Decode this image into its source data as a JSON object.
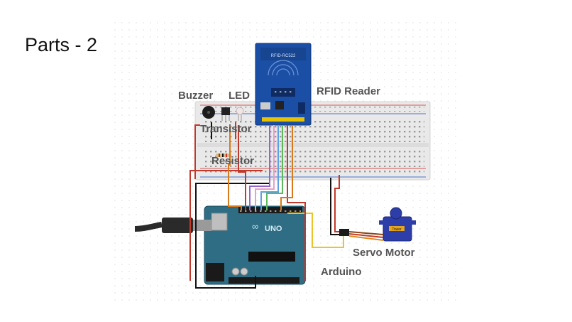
{
  "slide": {
    "title": "Parts - 2"
  },
  "labels": {
    "buzzer": "Buzzer",
    "led": "LED",
    "rfid": "RFID Reader",
    "transistor": "Transistor",
    "resistor": "Resistor",
    "servo": "Servo Motor",
    "arduino": "Arduino"
  },
  "board_text": {
    "rfid_chip": "RFID-RC522",
    "uno": "UNO",
    "servo_brand": "Tower"
  },
  "colors": {
    "breadboard": "#e9e9e9",
    "rail_red": "#d9534f",
    "rail_blue": "#4a74c9",
    "rfid_board": "#1b4fa5",
    "arduino_board": "#2e6d84",
    "servo_body": "#2d3ea8",
    "wire_red": "#c0392b",
    "wire_black": "#111111",
    "wire_orange": "#d87a1c",
    "wire_yellow": "#e8c52a",
    "wire_purple": "#9a63c9",
    "wire_pink": "#e79fc8",
    "wire_blue": "#5ea0e0",
    "wire_green": "#5cb85c",
    "label_gray": "#555555"
  }
}
